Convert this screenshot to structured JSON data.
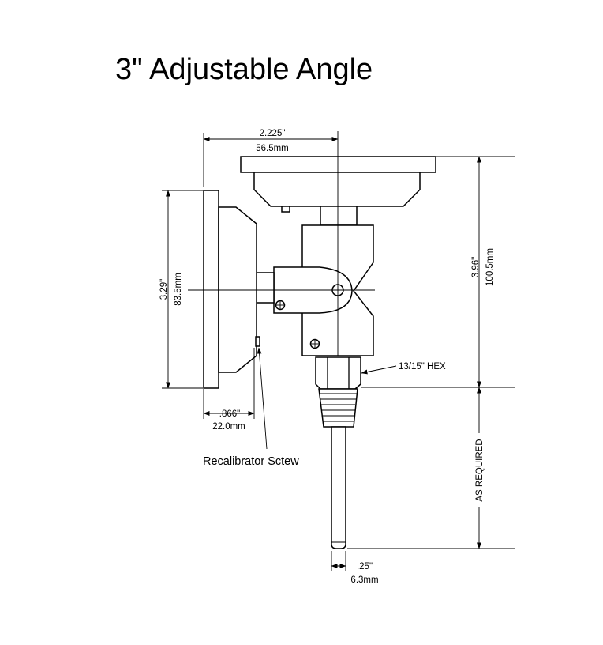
{
  "title": "3\" Adjustable  Angle",
  "dimensions": {
    "top_width_in": "2.225\"",
    "top_width_mm": "56.5mm",
    "dial_height_in": "3.29\"",
    "dial_height_mm": "83.5mm",
    "total_height_in": "3.96\"",
    "total_height_mm": "100.5mm",
    "side_depth_in": ".866\"",
    "side_depth_mm": "22.0mm",
    "stem_dia_in": ".25\"",
    "stem_dia_mm": "6.3mm"
  },
  "callouts": {
    "hex": "13/15\" HEX",
    "recalibrator": "Recalibrator Sctew",
    "stem_length": "AS REQUIRED"
  }
}
